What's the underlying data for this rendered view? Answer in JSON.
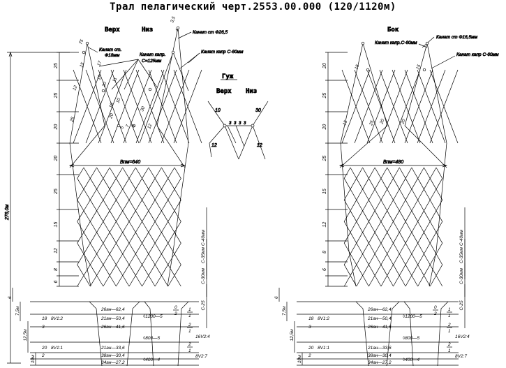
{
  "title": "Трал пелагический черт.2553.00.000 (120/1120м)",
  "left_panel": {
    "header_top": "Верх",
    "header_bottom": "Низ",
    "cable_steel_top": "Канат ст Ф26,5",
    "cable_kapr_top": "Канат капр С-60мм",
    "cable_steel_wing": "Канат ст.",
    "cable_steel_wing_dia": "Ф18мм",
    "cable_kapr_wing": "Канат капр.",
    "cable_kapr_wing_dia": "С=125мм",
    "width_label": "Впм=640",
    "total_length": "276,0м",
    "dims": [
      "25",
      "25",
      "20",
      "20",
      "25",
      "15",
      "12",
      "8",
      "6"
    ],
    "wing_marks": [
      "75",
      "15",
      "12",
      "17",
      "15",
      "20",
      "11",
      "3,5",
      "4",
      "10",
      "20",
      "25",
      "30",
      "12",
      "10",
      "5",
      "7",
      "8"
    ],
    "mesh_labels": [
      "С-40мм",
      "С-35мм",
      "С-30мм",
      "С-25"
    ],
    "belly_rows": [
      {
        "left_code": "",
        "left_num": "",
        "center": "26ан—62,4"
      },
      {
        "left_code": "8V1:2",
        "left_num": "18",
        "center": "21ан—50,4"
      },
      {
        "left_code": "",
        "left_num": "3",
        "center": "26ан—41,6"
      },
      {
        "left_code": "8V1:1",
        "left_num": "20",
        "center": "21ан—33,6"
      },
      {
        "left_code": "",
        "left_num": "2",
        "center": "38ан—30,4"
      },
      {
        "left_code": "",
        "left_num": "",
        "center": "34ан—27,2"
      }
    ],
    "side_dims": [
      "6",
      "7,5м",
      "12,5м",
      "10м"
    ],
    "right_marks": [
      "◊1200—5",
      "◊800—5",
      "◊400—4"
    ],
    "fractions": [
      "0/2",
      "1/1",
      "2/1",
      "2/1"
    ],
    "right_codes": [
      "16V2:4",
      "8V2:7"
    ]
  },
  "inset": {
    "title": "Гуж",
    "header_top": "Верх",
    "header_bottom": "Низ",
    "labels": [
      "10",
      "30",
      "12",
      "12",
      "3",
      "3",
      "3",
      "3"
    ]
  },
  "right_panel": {
    "header": "Бок",
    "cable_steel": "Канат ст Ф16,5мм",
    "cable_kapr_top": "Канат капр.С-60мм",
    "cable_kapr_side": "Канат капр С-60мм",
    "width_label": "Впм=480",
    "dims": [
      "20",
      "25",
      "20",
      "25",
      "15",
      "12",
      "8",
      "6"
    ],
    "wing_marks": [
      "15",
      "15",
      "15",
      "25",
      "20",
      "20"
    ],
    "mesh_labels": [
      "С-40мм",
      "С-35мм",
      "С-30мм",
      "С-25"
    ],
    "belly_rows": [
      {
        "left_code": "",
        "left_num": "",
        "center": "26ан—62,4"
      },
      {
        "left_code": "8V1:2",
        "left_num": "18",
        "center": "21ан—50,4"
      },
      {
        "left_code": "",
        "left_num": "3",
        "center": "26ан—41,6"
      },
      {
        "left_code": "8V1:1",
        "left_num": "20",
        "center": "21ан—33,6"
      },
      {
        "left_code": "",
        "left_num": "2",
        "center": "38ан—30,4"
      },
      {
        "left_code": "",
        "left_num": "",
        "center": "34ан—27,2"
      }
    ],
    "side_dims": [
      "6",
      "7,5м",
      "12,5м",
      "10м"
    ],
    "right_marks": [
      "◊1200—5",
      "◊800—5",
      "◊400—4"
    ],
    "fractions": [
      "0/2",
      "1/1",
      "2/1",
      "2/1"
    ],
    "right_codes": [
      "16V2:4",
      "8V2:7"
    ]
  }
}
